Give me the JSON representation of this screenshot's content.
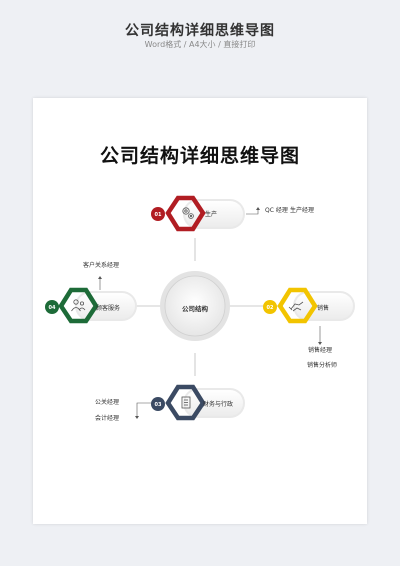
{
  "header": {
    "title": "公司结构详细思维导图",
    "subtitle": "Word格式 / A4大小 / 直接打印"
  },
  "document": {
    "title": "公司结构详细思维导图",
    "center": "公司结构",
    "branches": [
      {
        "number": "01",
        "label": "生产",
        "color": "#b11d23",
        "icon": "gears-icon",
        "details": [
          "QC 经理",
          "生产经理"
        ]
      },
      {
        "number": "02",
        "label": "销售",
        "color": "#f2c400",
        "icon": "handshake-icon",
        "details": [
          "销售经理",
          "销售分析师"
        ]
      },
      {
        "number": "03",
        "label": "财务与行政",
        "color": "#3b4a63",
        "icon": "document-icon",
        "details": [
          "公关经理",
          "会计经理"
        ]
      },
      {
        "number": "04",
        "label": "顾客服务",
        "color": "#1d6b38",
        "icon": "people-icon",
        "details": [
          "客户关系经理"
        ]
      }
    ]
  }
}
